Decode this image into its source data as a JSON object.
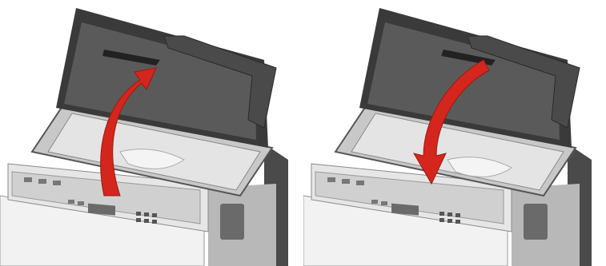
{
  "illustrations": [
    {
      "step": "open-scanner-lid",
      "arrow_direction": "up"
    },
    {
      "step": "close-scanner-lid",
      "arrow_direction": "down"
    }
  ],
  "colors": {
    "lid_dark": "#3a3a3a",
    "lid_mid": "#5a5a5a",
    "glass": "#d9d9d9",
    "body_light": "#e8e8e8",
    "panel_grey": "#8a8a8a",
    "arrow_red": "#d4261c"
  }
}
